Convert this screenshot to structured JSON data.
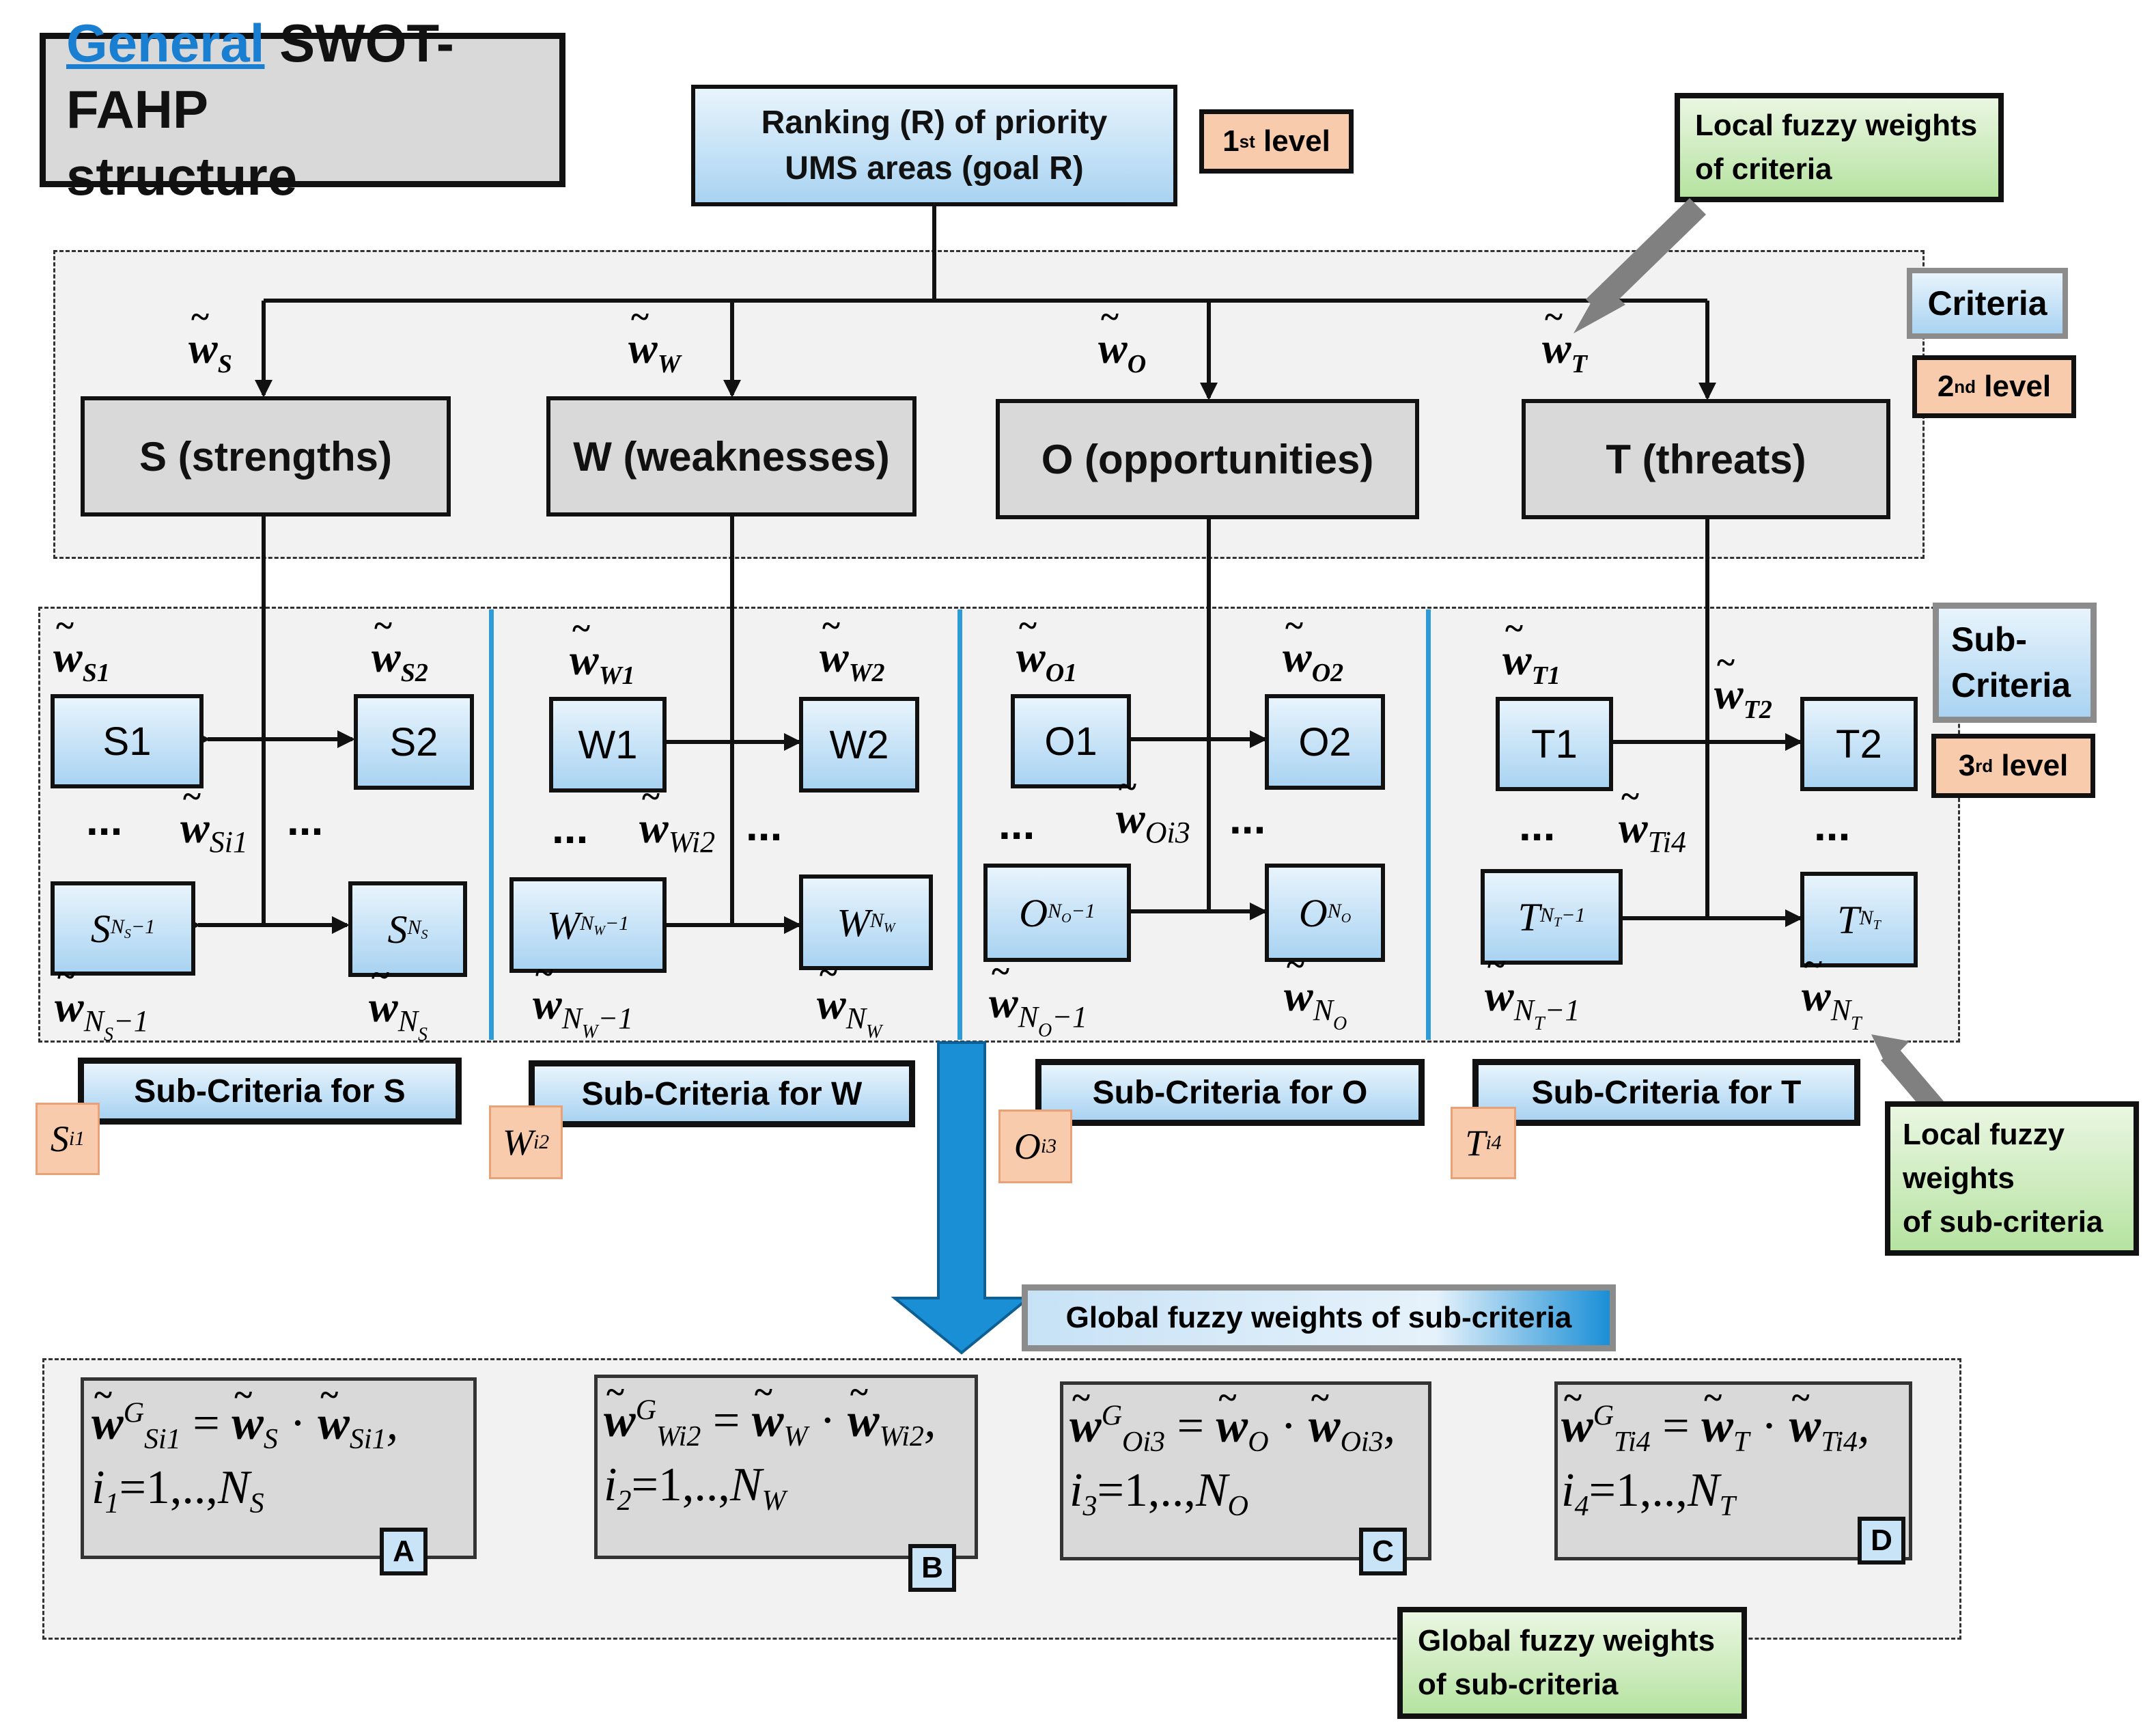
{
  "title": {
    "link": "General",
    "rest": "SWOT-FAHP",
    "line2": "structure"
  },
  "goal": {
    "line1": "Ranking (R) of priority",
    "line2": "UMS areas (goal R)"
  },
  "levels": {
    "first": "1",
    "first_sup": "st",
    "second": "2",
    "second_sup": "nd",
    "third": "3",
    "third_sup": "rd",
    "suffix": "level"
  },
  "labels": {
    "criteria": "Criteria",
    "subcriteria_line1": "Sub-",
    "subcriteria_line2": "Criteria"
  },
  "notes": {
    "local_criteria": [
      "Local fuzzy weights",
      "of criteria"
    ],
    "local_sub": [
      "Local fuzzy",
      "weights",
      "of sub-criteria"
    ],
    "global_sub": [
      "Global fuzzy weights",
      "of sub-criteria"
    ],
    "global_banner": "Global fuzzy weights of sub-criteria"
  },
  "criteria": [
    {
      "label": "S (strengths)",
      "weight": "S"
    },
    {
      "label": "W (weaknesses)",
      "weight": "W"
    },
    {
      "label": "O (opportunities)",
      "weight": "O"
    },
    {
      "label": "T (threats)",
      "weight": "T"
    }
  ],
  "sub_groups": [
    {
      "a": "S1",
      "b": "S2",
      "wa": "S1",
      "wb": "S2",
      "wi": "Si1",
      "base": "S",
      "n": "N",
      "nsub": "S",
      "caption": "Sub-Criteria for S",
      "tag": "S",
      "tag_sub": "i1"
    },
    {
      "a": "W1",
      "b": "W2",
      "wa": "W1",
      "wb": "W2",
      "wi": "Wi2",
      "base": "W",
      "n": "N",
      "nsub": "W",
      "caption": "Sub-Criteria for W",
      "tag": "W",
      "tag_sub": "i2"
    },
    {
      "a": "O1",
      "b": "O2",
      "wa": "O1",
      "wb": "O2",
      "wi": "Oi3",
      "base": "O",
      "n": "N",
      "nsub": "O",
      "caption": "Sub-Criteria for O",
      "tag": "O",
      "tag_sub": "i3"
    },
    {
      "a": "T1",
      "b": "T2",
      "wa": "T1",
      "wb": "T2",
      "wi": "Ti4",
      "base": "T",
      "n": "N",
      "nsub": "T",
      "caption": "Sub-Criteria for T",
      "tag": "T",
      "tag_sub": "i4"
    }
  ],
  "dots": "...",
  "minus_one": "−1",
  "formulas": [
    {
      "lhs": "Si1",
      "c": "S",
      "s": "Si1",
      "idx": "1",
      "n": "S",
      "letter": "A"
    },
    {
      "lhs": "Wi2",
      "c": "W",
      "s": "Wi2",
      "idx": "2",
      "n": "W",
      "letter": "B"
    },
    {
      "lhs": "Oi3",
      "c": "O",
      "s": "Oi3",
      "idx": "3",
      "n": "O",
      "letter": "C"
    },
    {
      "lhs": "Ti4",
      "c": "T",
      "s": "Ti4",
      "idx": "4",
      "n": "T",
      "letter": "D"
    }
  ],
  "formula_parts": {
    "w": "w",
    "G": "G",
    "i": "i",
    "eq": "=",
    "dot": "·",
    "range": "=1,..,",
    "N": "N",
    "comma": ","
  },
  "colors": {
    "blue_line": "#2e9bd6",
    "arrow": "#1a8fd6",
    "gray_arrow": "#808080"
  }
}
